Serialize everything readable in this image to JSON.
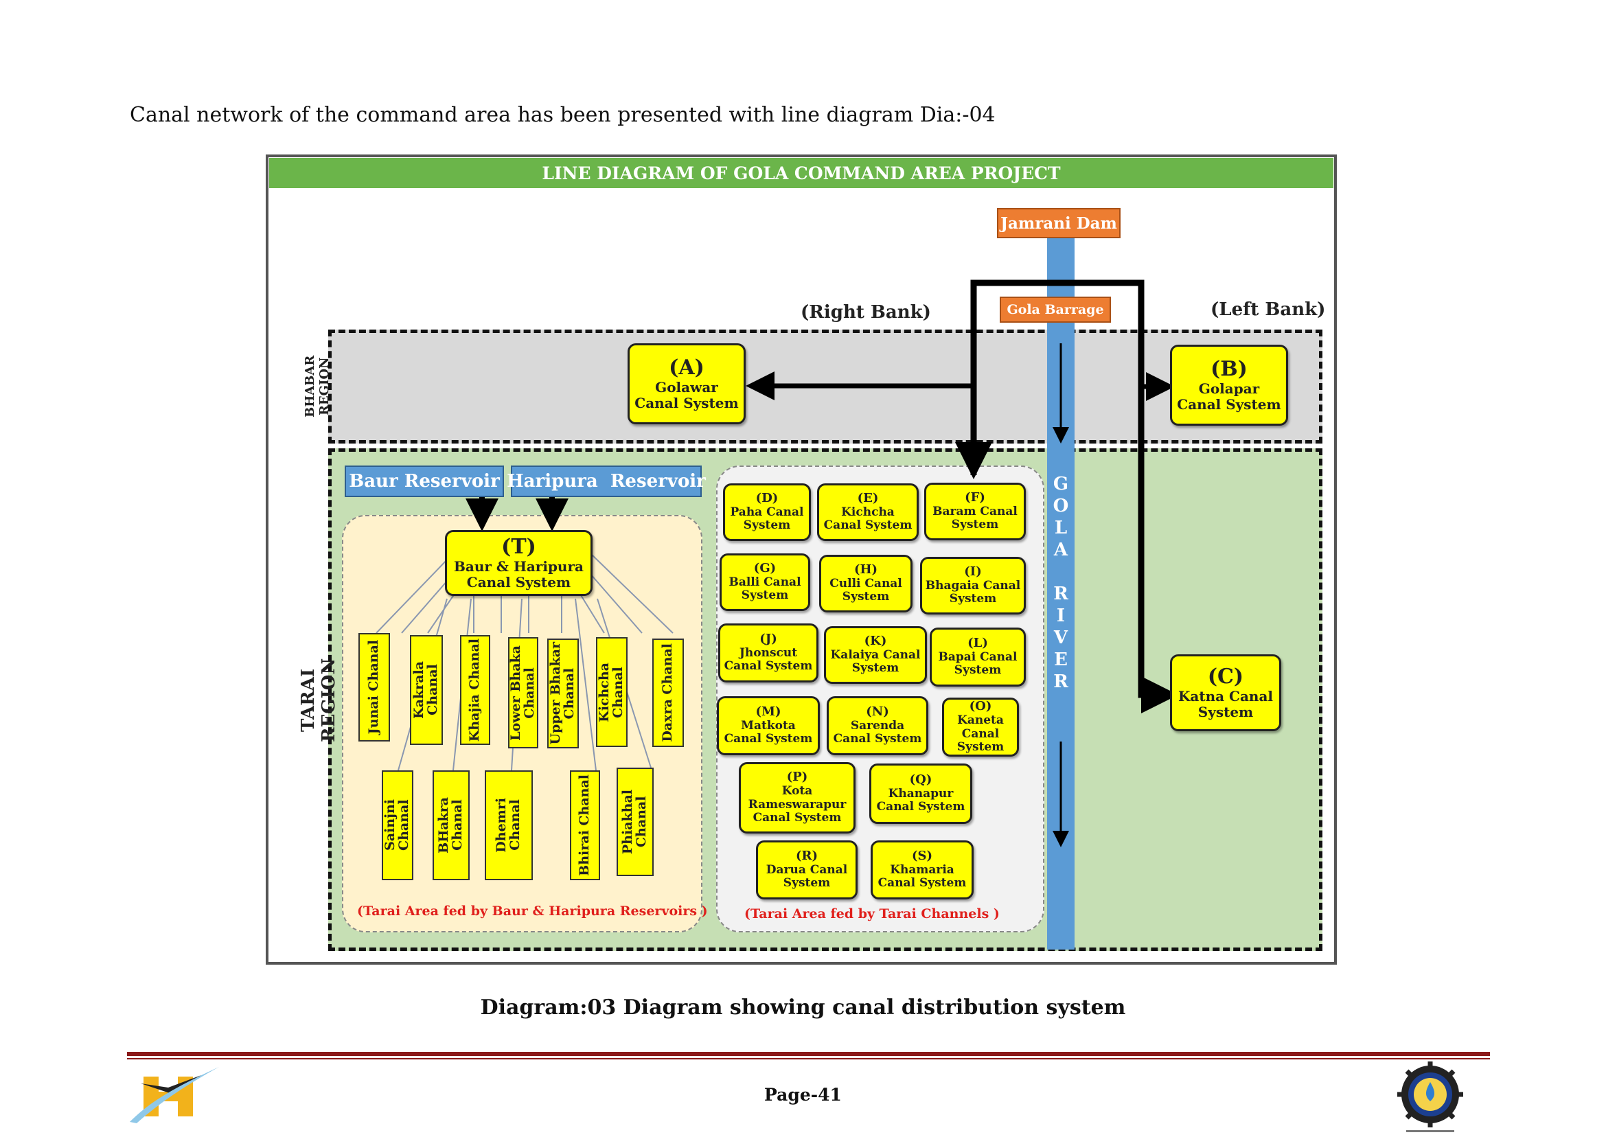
{
  "intro_text": "Canal network of the command area has been presented with line diagram Dia:-04",
  "diagram": {
    "title": "LINE DIAGRAM OF GOLA COMMAND AREA PROJECT",
    "jamrani_dam": "Jamrani Dam",
    "gola_barrage": "Gola Barrage",
    "right_bank": "(Right Bank)",
    "left_bank": "(Left Bank)",
    "bhabar_region": "BHABAR REGION",
    "tarai_region": "TARAI REGION",
    "river_letters": [
      "G",
      "O",
      "L",
      "A",
      "R",
      "I",
      "V",
      "E",
      "R"
    ],
    "A": {
      "code": "(A)",
      "name": "Golawar\nCanal System"
    },
    "B": {
      "code": "(B)",
      "name": "Golapar\nCanal System"
    },
    "C": {
      "code": "(C)",
      "name": "Katna Canal\nSystem"
    },
    "baur_reservoir": "Baur Reservoir",
    "haripura_reservoir": "Haripura  Reservoir",
    "T": {
      "code": "(T)",
      "name": "Baur & Haripura\nCanal System"
    },
    "chanals_top": [
      "Junai Chanal",
      "Kakrala\nChanal",
      "Khajia Chanal",
      "Lower Bhaka\nChanal",
      "Upper Bhakar\nChanal",
      "Kichcha\nChanal",
      "Daxra Chanal"
    ],
    "chanals_bottom": [
      "Sainjni Chanal",
      "BHakra\nChanal",
      "Dhemri\nChanal",
      "Bhirai Chanal",
      "Phiakhal\nChanal"
    ],
    "tarai_systems": [
      {
        "code": "(D)",
        "name": "Paha Canal\nSystem"
      },
      {
        "code": "(E)",
        "name": "Kichcha\nCanal System"
      },
      {
        "code": "(F)",
        "name": "Baram Canal\nSystem"
      },
      {
        "code": "(G)",
        "name": "Balli Canal\nSystem"
      },
      {
        "code": "(H)",
        "name": "Culli Canal\nSystem"
      },
      {
        "code": "(I)",
        "name": "Bhagaia Canal\nSystem"
      },
      {
        "code": "(J)",
        "name": "Jhonscut\nCanal System"
      },
      {
        "code": "(K)",
        "name": "Kalaiya Canal\nSystem"
      },
      {
        "code": "(L)",
        "name": "Bapai Canal\nSystem"
      },
      {
        "code": "(M)",
        "name": "Matkota\nCanal System"
      },
      {
        "code": "(N)",
        "name": "Sarenda\nCanal System"
      },
      {
        "code": "(O)",
        "name": "Kaneta\nCanal\nSystem"
      },
      {
        "code": "(P)",
        "name": "Kota\nRameswarapur\nCanal System"
      },
      {
        "code": "(Q)",
        "name": "Khanapur\nCanal System"
      },
      {
        "code": "(R)",
        "name": "Darua Canal\nSystem"
      },
      {
        "code": "(S)",
        "name": "Khamaria\nCanal System"
      }
    ],
    "note_reservoirs": "(Tarai Area fed by Baur & Haripura Reservoirs )",
    "note_channels": "(Tarai Area fed by Tarai Channels )"
  },
  "caption": "Diagram:03  Diagram showing canal distribution system",
  "page_number": "Page-41"
}
